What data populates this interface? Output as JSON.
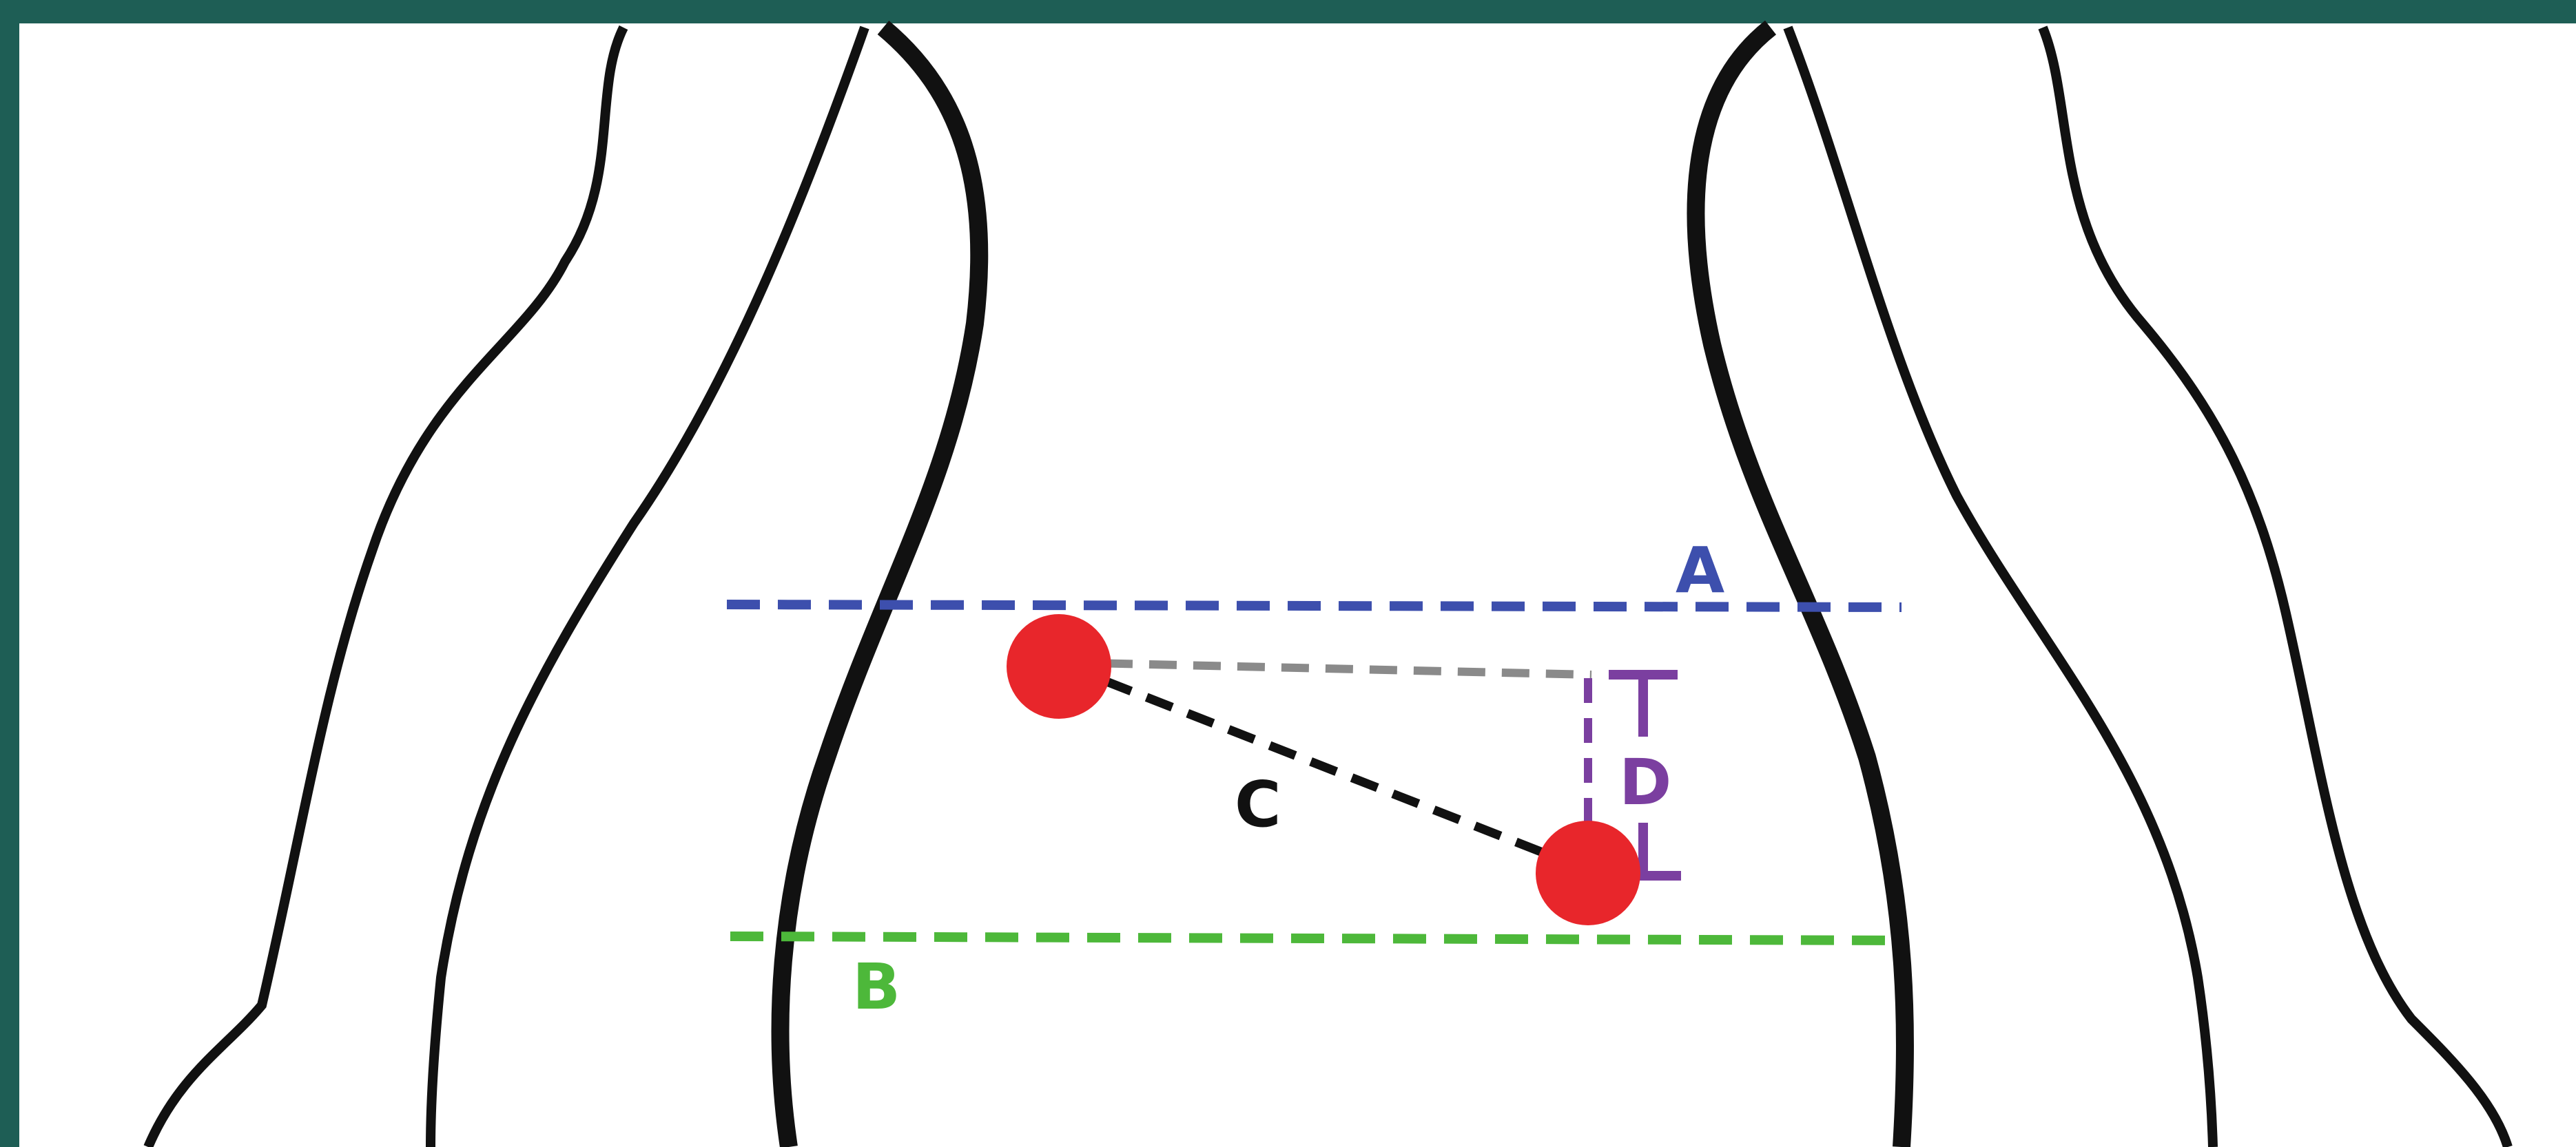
{
  "diagram": {
    "labels": {
      "line_a": "A",
      "line_b": "B",
      "segment_c": "C",
      "segment_d": "D"
    },
    "colors": {
      "background_border": "#1e5e55",
      "body_outline": "#111111",
      "line_a": "#3d4fad",
      "line_b": "#4db83a",
      "segment_c": "#111111",
      "horizontal_reference": "#8a8a8a",
      "segment_d": "#7b3fa0",
      "dots": "#e8262b"
    }
  }
}
